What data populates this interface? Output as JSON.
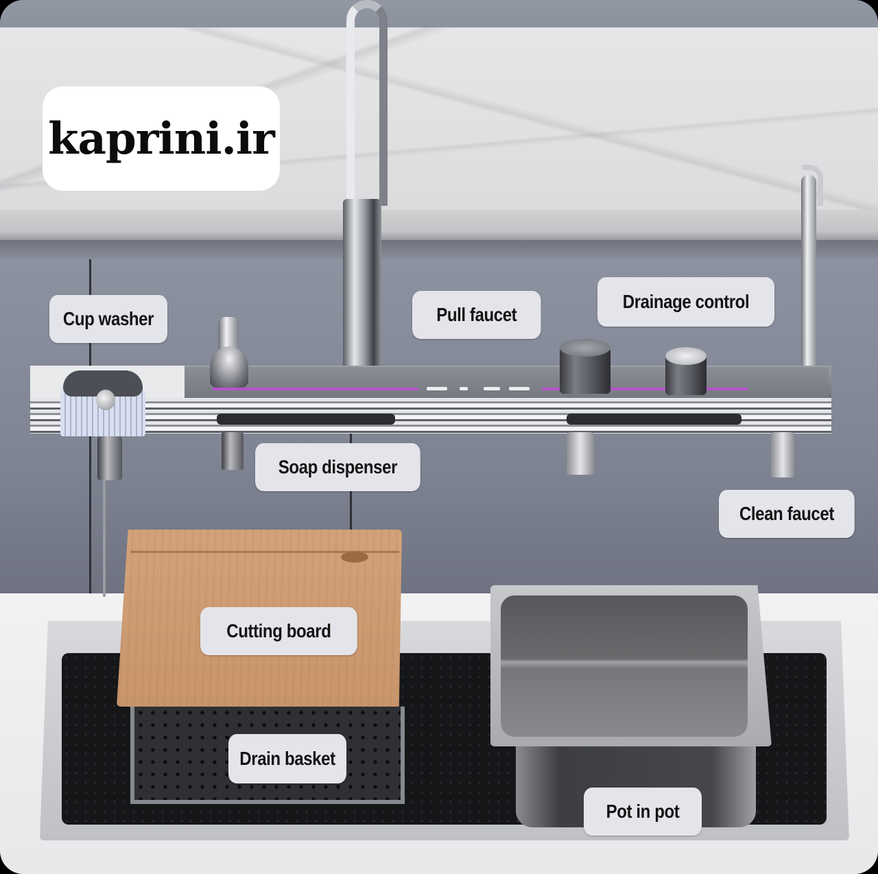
{
  "brand": {
    "watermark_text": "kaprini.ir"
  },
  "labels": {
    "cup_washer": "Cup washer",
    "pull_faucet": "Pull faucet",
    "drainage_control": "Drainage control",
    "soap_dispenser": "Soap dispenser",
    "clean_faucet": "Clean faucet",
    "cutting_board": "Cutting board",
    "drain_basket": "Drain basket",
    "pot_in_pot": "Pot in pot"
  },
  "colors": {
    "label_background": "#e4e5ea",
    "label_text": "#141414",
    "accent_led_line": "#c24ad6",
    "cabinet": "#8d92a0",
    "wood": "#d3a27a",
    "basin": "#151618"
  }
}
